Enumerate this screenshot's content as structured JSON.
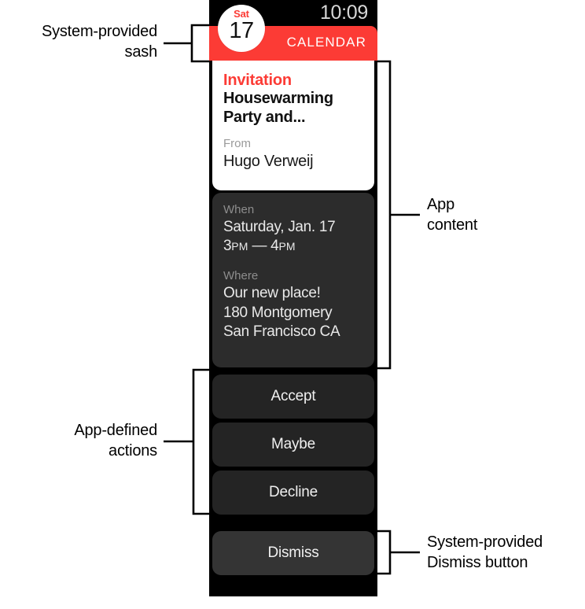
{
  "device": {
    "status_bar": {
      "time": "10:09"
    },
    "sash": {
      "label": "CALENDAR",
      "color": "#fc3b35",
      "icon": {
        "name": "calendar-app-icon",
        "day_of_week": "Sat",
        "day_number": "17"
      }
    },
    "notification": {
      "kicker": "Invitation",
      "title": "Housewarming Party and...",
      "from_label": "From",
      "from_value": "Hugo Verweij"
    },
    "details": [
      {
        "label": "When",
        "line1": "Saturday, Jan. 17",
        "time_start_number": "3",
        "time_start_suffix": "PM",
        "time_dash": " — ",
        "time_end_number": "4",
        "time_end_suffix": "PM"
      },
      {
        "label": "Where",
        "line1": "Our new place!",
        "line2": "180 Montgomery",
        "line3": "San Francisco CA"
      }
    ],
    "actions": [
      {
        "label": "Accept"
      },
      {
        "label": "Maybe"
      },
      {
        "label": "Decline"
      }
    ],
    "dismiss": {
      "label": "Dismiss"
    }
  },
  "annotations": {
    "sash": "System-provided\nsash",
    "app_content": "App\ncontent",
    "app_actions": "App-defined\nactions",
    "dismiss": "System-provided\nDismiss button"
  }
}
